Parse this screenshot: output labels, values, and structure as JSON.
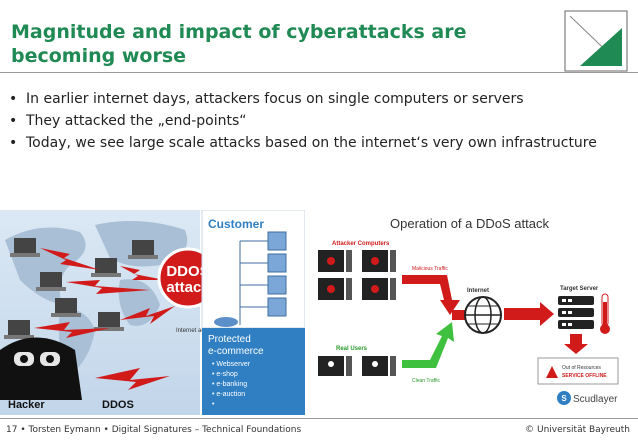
{
  "slide": {
    "title": "Magnitude and impact of cyberattacks are becoming worse",
    "bullets": [
      "In earlier internet days, attackers focus on single computers or servers",
      "They attacked the „end-points“",
      "Today, we see large scale attacks based on the internet‘s very own infrastructure"
    ]
  },
  "left_figure": {
    "customer_label": "Customer",
    "ddos_bubble_line1": "DDOS",
    "ddos_bubble_line2": "attack",
    "internet_access_label": "Internet access",
    "protected_title_line1": "Protected",
    "protected_title_line2": "e-commerce",
    "protected_items": [
      "Webserver",
      "e-shop",
      "e-banking",
      "e-auction",
      ""
    ],
    "hacker_label": "Hacker",
    "ddos_label": "DDOS"
  },
  "right_figure": {
    "title": "Operation of a DDoS attack",
    "attacker_label": "Attacker Computers",
    "malicious_label": "Malicious Traffic",
    "internet_label": "Internet",
    "target_label": "Target Server",
    "real_users_label": "Real Users",
    "clean_label": "Clean Traffic",
    "status_line1": "Out of Resources",
    "status_line2": "SERVICE OFFLINE",
    "brand": "Scudlayer"
  },
  "footer": {
    "left": "17 •  Torsten Eymann  •  Digital Signatures – Technical Foundations",
    "right": "© Universität Bayreuth"
  },
  "colors": {
    "title_green": "#1f8a54",
    "red": "#d11b1b",
    "customer_blue": "#2f7fc2"
  }
}
